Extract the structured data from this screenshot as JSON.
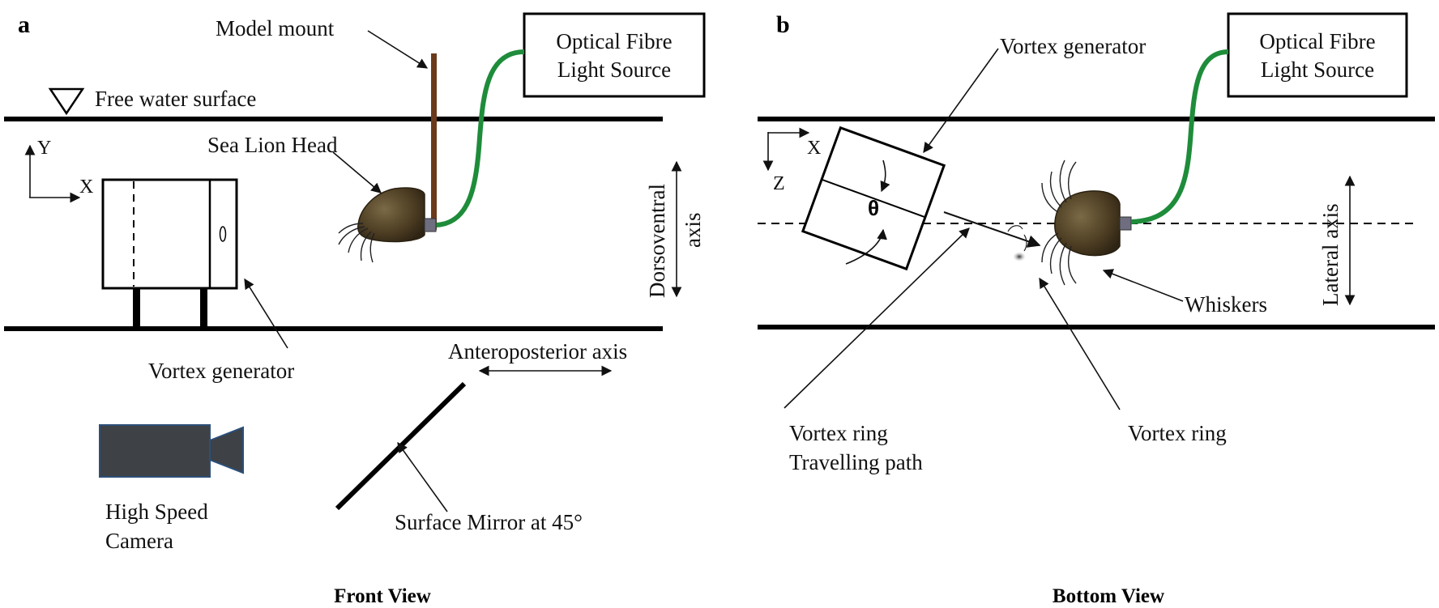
{
  "panels": {
    "a": {
      "letter": "a",
      "caption": "Front View",
      "labels": {
        "model_mount": "Model mount",
        "light_source_line1": "Optical Fibre",
        "light_source_line2": "Light Source",
        "free_surface": "Free water surface",
        "sea_lion_head": "Sea Lion Head",
        "dorsoventral_line1": "Dorsoventral",
        "dorsoventral_line2": "axis",
        "vortex_generator": "Vortex generator",
        "anteroposterior": "Anteroposterior axis",
        "camera_line1": "High Speed",
        "camera_line2": "Camera",
        "mirror": "Surface Mirror at 45°",
        "axis_y": "Y",
        "axis_x": "X"
      }
    },
    "b": {
      "letter": "b",
      "caption": "Bottom View",
      "labels": {
        "vortex_generator": "Vortex generator",
        "light_source_line1": "Optical Fibre",
        "light_source_line2": "Light Source",
        "theta": "θ",
        "lateral_axis": "Lateral axis",
        "whiskers": "Whiskers",
        "ring_path_line1": "Vortex ring",
        "ring_path_line2": "Travelling path",
        "vortex_ring": "Vortex ring",
        "axis_x": "X",
        "axis_z": "Z"
      }
    }
  },
  "colors": {
    "fibre": "#1e8c3a",
    "mount": "#6b3a1c",
    "camera": "#3e4145",
    "camera_edge": "#2b4f7a",
    "head": "#4f3f24",
    "connector": "#6e6e80"
  }
}
